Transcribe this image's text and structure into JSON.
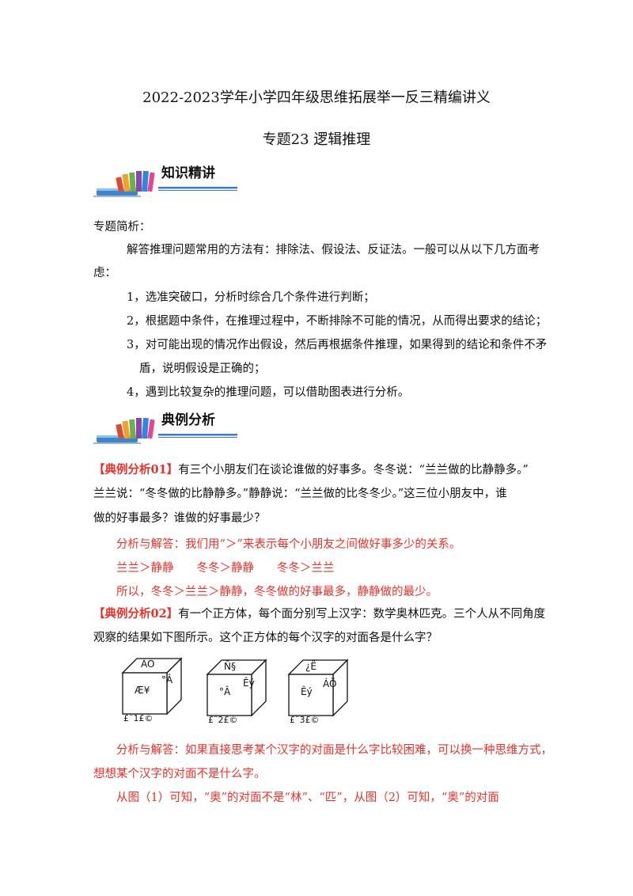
{
  "header": {
    "title": "2022-2023学年小学四年级思维拓展举一反三精编讲义",
    "subtitle": "专题23 逻辑推理"
  },
  "section1": {
    "label": "知识精讲"
  },
  "intro": {
    "heading": "专题简析：",
    "p1_line1": "解答推理问题常用的方法有：排除法、假设法、反证法。一般可以从以下几方面考",
    "p1_line2": "虑：",
    "item1": "1，选准突破口，分析时综合几个条件进行判断；",
    "item2": "2，根据题中条件，在推理过程中，不断排除不可能的情况，从而得出要求的结论；",
    "item3_line1": "3，对可能出现的情况作出假设，然后再根据条件推理，如果得到的结论和条件不矛",
    "item3_line2": "盾，说明假设是正确的；",
    "item4": "4，遇到比较复杂的推理问题，可以借助图表进行分析。"
  },
  "section2": {
    "label": "典例分析"
  },
  "ex1": {
    "tag": "【典例分析01】",
    "line1": "有三个小朋友们在谈论谁做的好事多。冬冬说：“兰兰做的比静静多。”",
    "line2": "兰兰说：“冬冬做的比静静多。”静静说：“兰兰做的比冬冬少。”这三位小朋友中，谁",
    "line3": "做的好事最多？谁做的好事最少？",
    "ans1": "分析与解答：我们用“＞”来表示每个小朋友之间做好事多少的关系。",
    "ans2": "兰兰＞静静　　冬冬＞静静　　冬冬＞兰兰",
    "ans3": "所以，冬冬＞兰兰＞静静，冬冬做的好事最多，静静做的最少。"
  },
  "ex2": {
    "tag": "【典例分析02】",
    "line1": "有一个正方体，每个面分别写上汉字：数学奥林匹克。三个人从不同角度",
    "line2": "观察的结果如下图所示。这个正方体的每个汉字的对面各是什么字？",
    "cubes": [
      {
        "top": "ÁÖ",
        "front": "Æ¥",
        "side": "°Â",
        "caption": "£¨1£©"
      },
      {
        "top": "Ñ§",
        "front": "°Â",
        "side": "Êý",
        "caption": "£¨2£©"
      },
      {
        "top": "¿Ë",
        "front": "Êý",
        "side": "ÁÖ",
        "caption": "£¨3£©"
      }
    ],
    "ans_line1": "分析与解答：如果直接思考某个汉字的对面是什么字比较困难，可以换一种思维方式，",
    "ans_line2": "想想某个汉字的对面不是什么字。",
    "ans_line3": "从图（1）可知，“奥”的对面不是“林”、“匹”，从图（2）可知，“奥”的对面"
  },
  "colors": {
    "accent_red": "#e8312a",
    "rule_blue": "#3a7bd5"
  }
}
